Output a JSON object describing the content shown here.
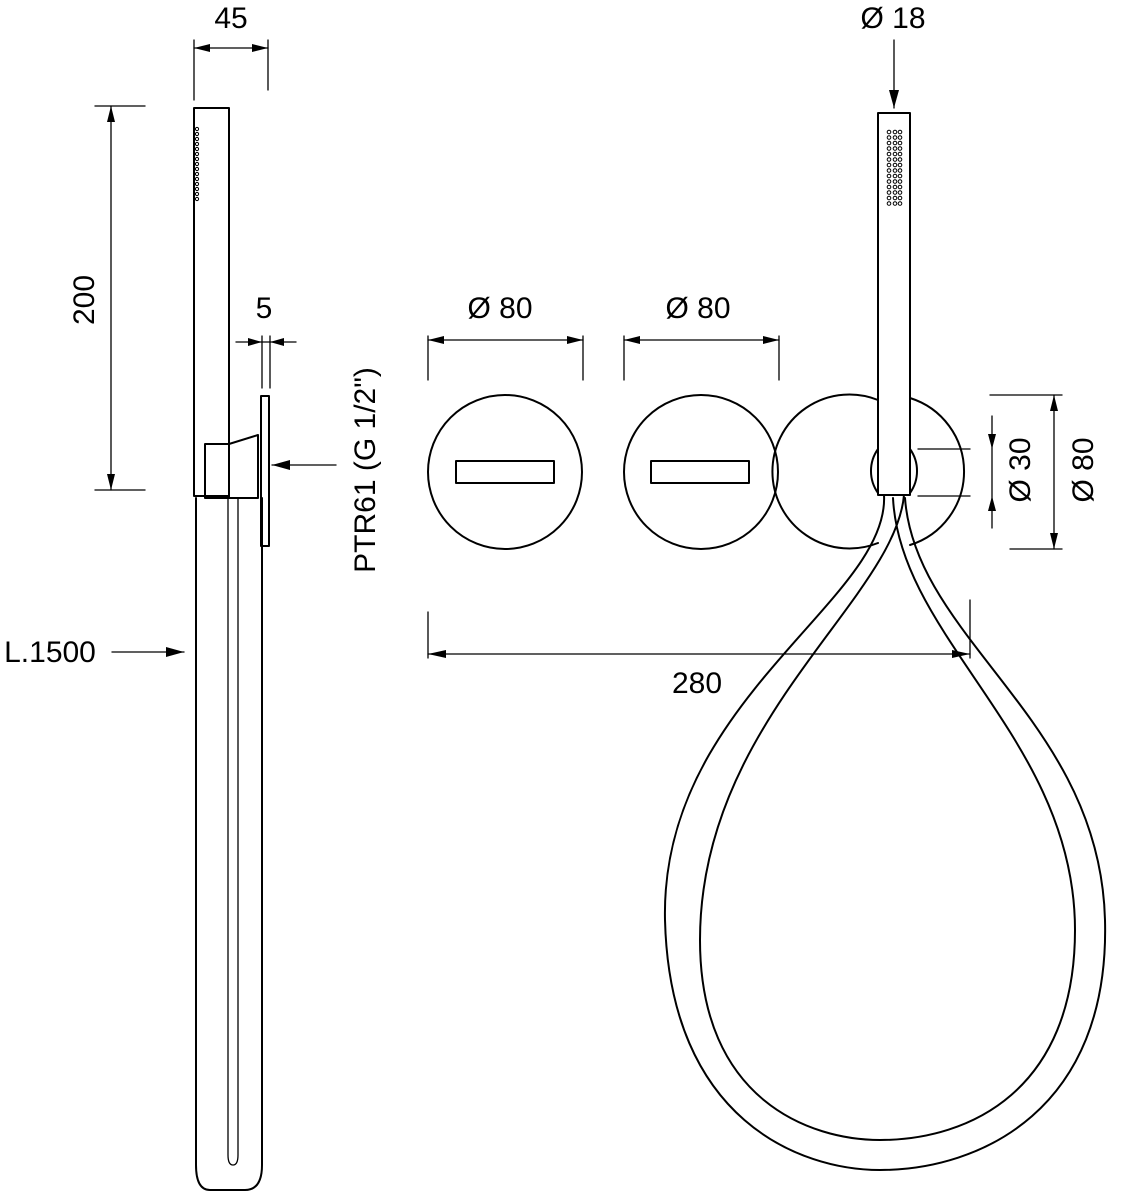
{
  "dimensions": {
    "head_width": "45",
    "head_height": "200",
    "plate_thickness": "5",
    "connection": "PTR61 (G 1/2\")",
    "hose_length": "L.1500",
    "plate1_diameter": "Ø 80",
    "plate2_diameter": "Ø 80",
    "handshower_diameter": "Ø 18",
    "holder_diameter": "Ø 30",
    "holder_plate_diameter": "Ø 80",
    "overall_width": "280"
  },
  "colors": {
    "line": "#000000",
    "background": "#ffffff"
  }
}
